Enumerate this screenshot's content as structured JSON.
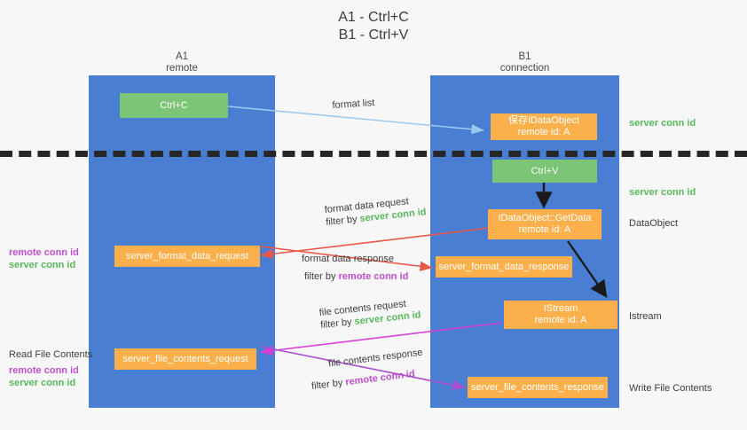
{
  "title": {
    "line1": "A1 - Ctrl+C",
    "line2": "B1 - Ctrl+V"
  },
  "lanes": [
    {
      "id": "a1",
      "name": "A1",
      "sub": "remote"
    },
    {
      "id": "b1",
      "name": "B1",
      "sub": "connection"
    }
  ],
  "boxes": {
    "ctrl_c": {
      "line1": "Ctrl+C",
      "line2": ""
    },
    "ctrl_v": {
      "line1": "Ctrl+V",
      "line2": ""
    },
    "idataobject": {
      "line1": "保存IDataObject",
      "line2": "remote id: A"
    },
    "getdata": {
      "line1": "IDataObject::GetData",
      "line2": "remote id: A"
    },
    "istream": {
      "line1": "IStream",
      "line2": "remote id: A"
    },
    "fmt_req": {
      "line1": "server_format_data_request",
      "line2": ""
    },
    "fmt_resp": {
      "line1": "server_format_data_response",
      "line2": ""
    },
    "file_req": {
      "line1": "server_file_contents_request",
      "line2": ""
    },
    "file_resp": {
      "line1": "server_file_contents_response",
      "line2": ""
    }
  },
  "edge_labels": {
    "format_list": "format list",
    "fmt_req_l1": "format data request",
    "fmt_req_l2_pre": "filter by ",
    "fmt_req_l2_key": "server conn id",
    "fmt_resp_l1": "format data response",
    "fmt_resp_l2_pre": "filter by ",
    "fmt_resp_l2_key": "remote conn id",
    "file_req_l1": "file contents request",
    "file_req_l2_pre": "filter by ",
    "file_req_l2_key": "server conn id",
    "file_resp_l1": "file contents response",
    "file_resp_l2_pre": "filter by ",
    "file_resp_l2_key": "remote conn id"
  },
  "right_labels": {
    "server_conn_1": "server conn id",
    "server_conn_2": "server conn id",
    "dataobject": "DataObject",
    "istream": "Istream",
    "write_file": "Write File Contents"
  },
  "left_labels": {
    "group1_remote": "remote conn id",
    "group1_server": "server conn id",
    "read_file": "Read File Contents",
    "group2_remote": "remote conn id",
    "group2_server": "server conn id"
  },
  "colors": {
    "background": "#f7f7f7",
    "lane": "#4a7ed2",
    "green_box": "#7cc576",
    "orange_box": "#fbb04c",
    "green_text": "#58b85c",
    "purple_text": "#bf4fcf",
    "arrow_blue": "#9cc9ef",
    "arrow_red": "#e8594a",
    "arrow_pink": "#d83fd8",
    "arrow_purple": "#a94fd0",
    "arrow_black": "#1a1a1a",
    "divider": "#262626"
  }
}
